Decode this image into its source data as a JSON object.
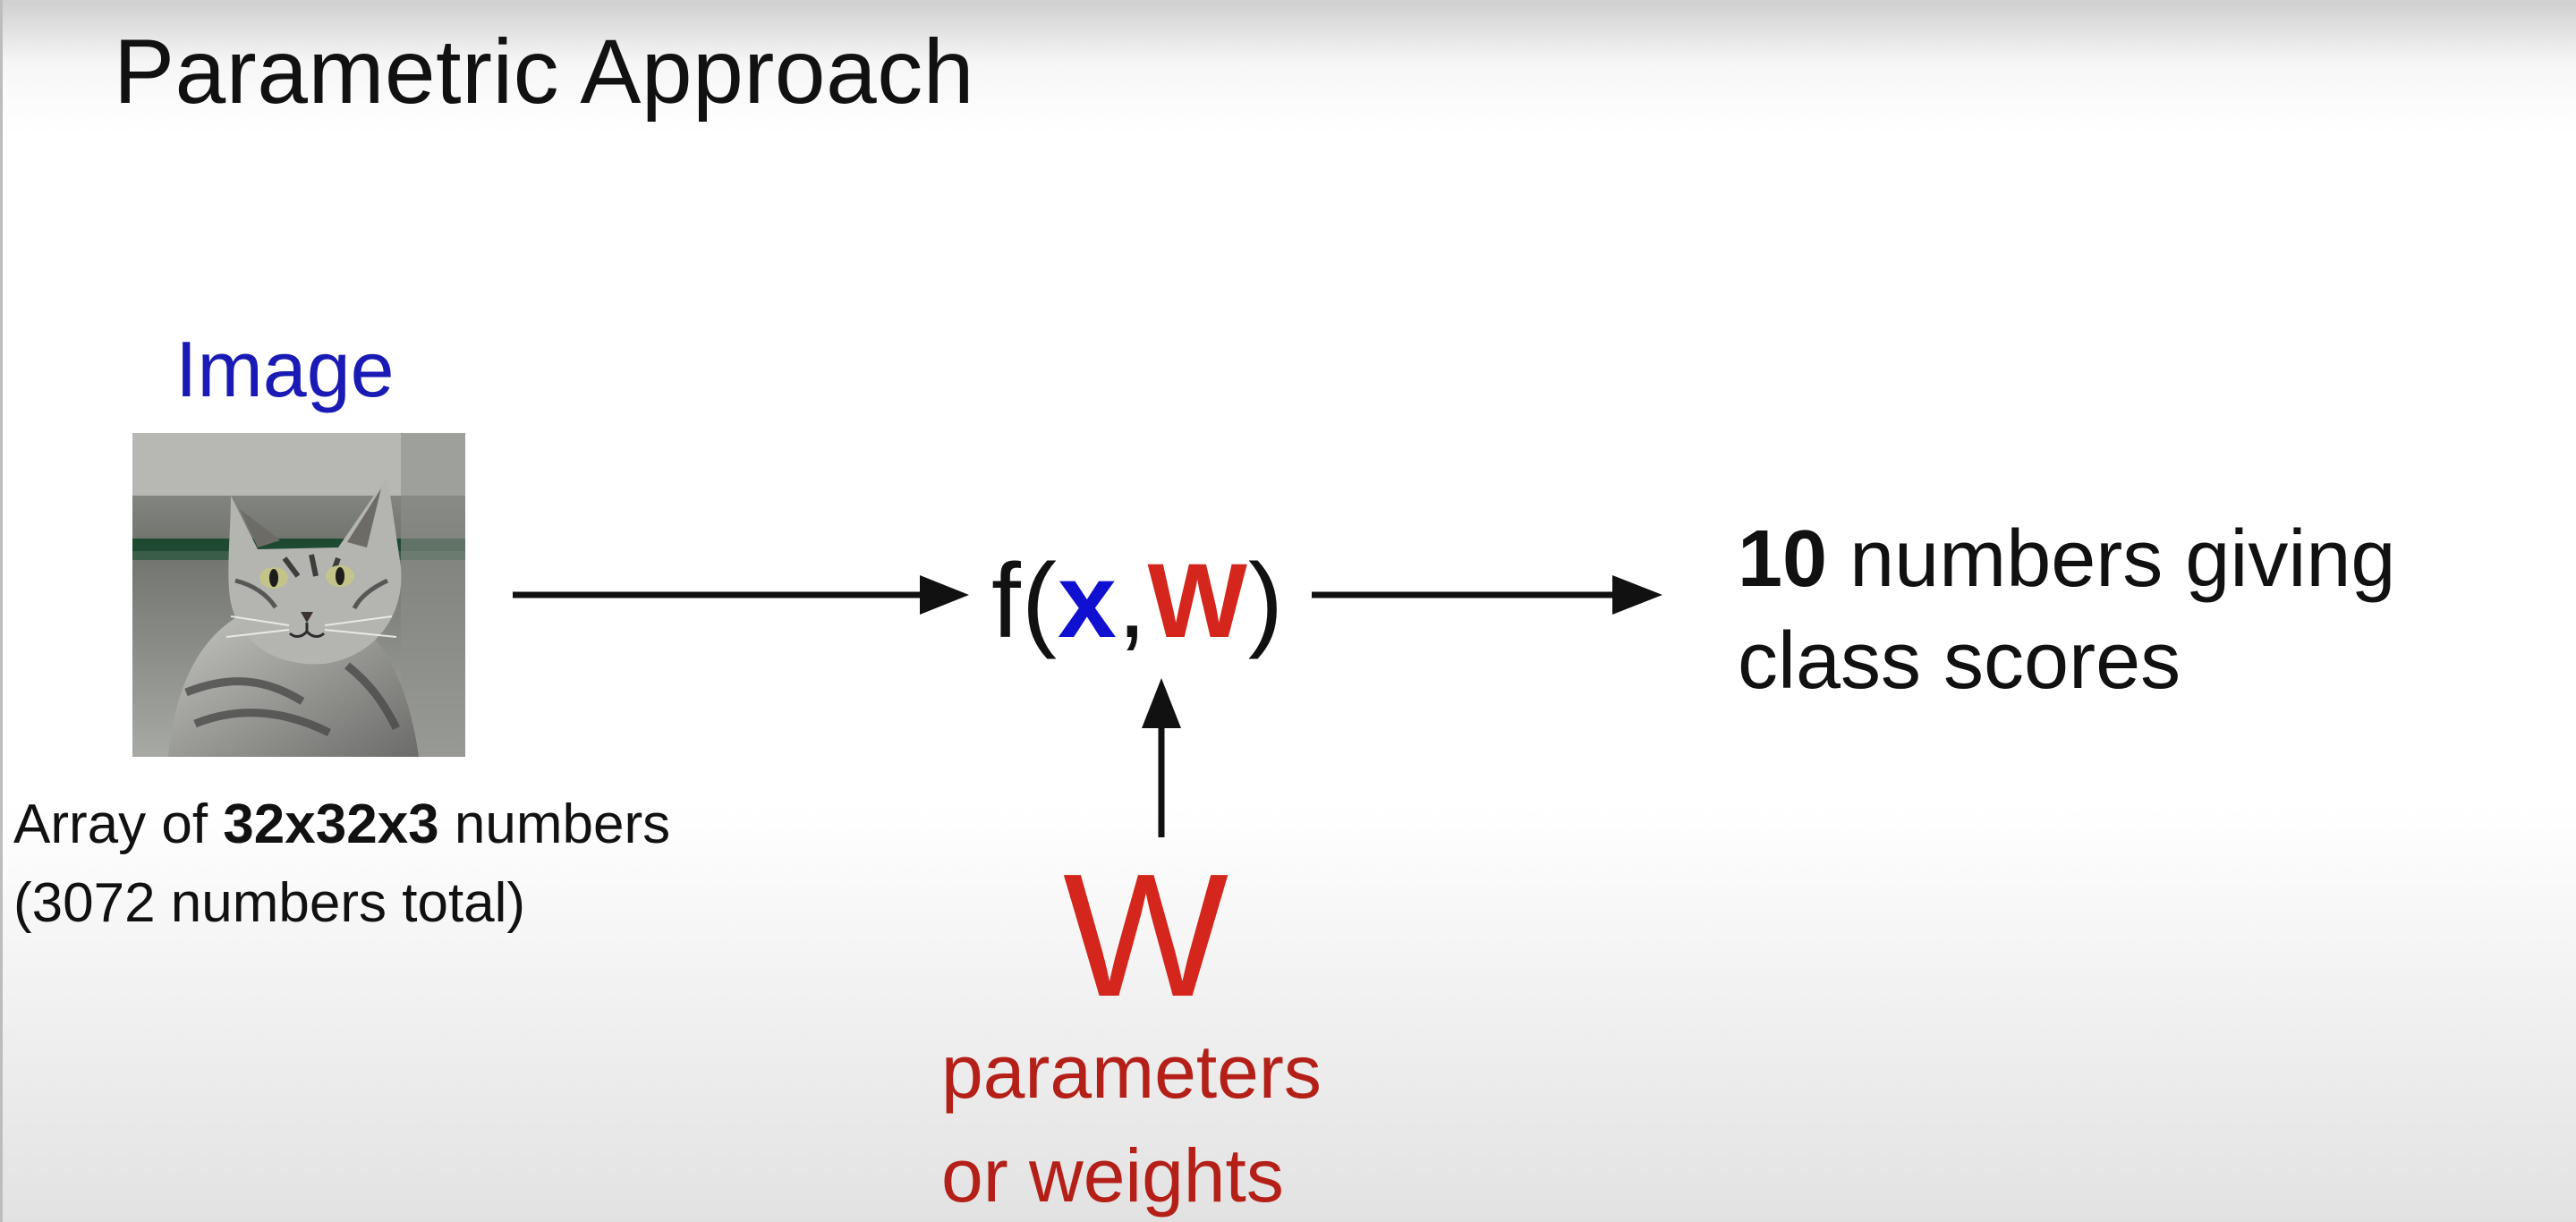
{
  "slide": {
    "title": "Parametric Approach"
  },
  "input": {
    "label": "Image",
    "caption_prefix": "Array of ",
    "caption_bold": "32x32x3",
    "caption_suffix": " numbers",
    "caption_line2": "(3072 numbers total)"
  },
  "function": {
    "open": "f(",
    "x": "x",
    "comma": ",",
    "w": "W",
    "close": ")"
  },
  "output": {
    "bold": "10",
    "line1_rest": " numbers giving",
    "line2": "class scores"
  },
  "weights": {
    "symbol": "W",
    "line1": "parameters",
    "line2": "or weights"
  },
  "colors": {
    "image_label": "#1a1ab4",
    "x_var": "#1010d0",
    "weights": "#d4261c",
    "params_text": "#b42018"
  }
}
